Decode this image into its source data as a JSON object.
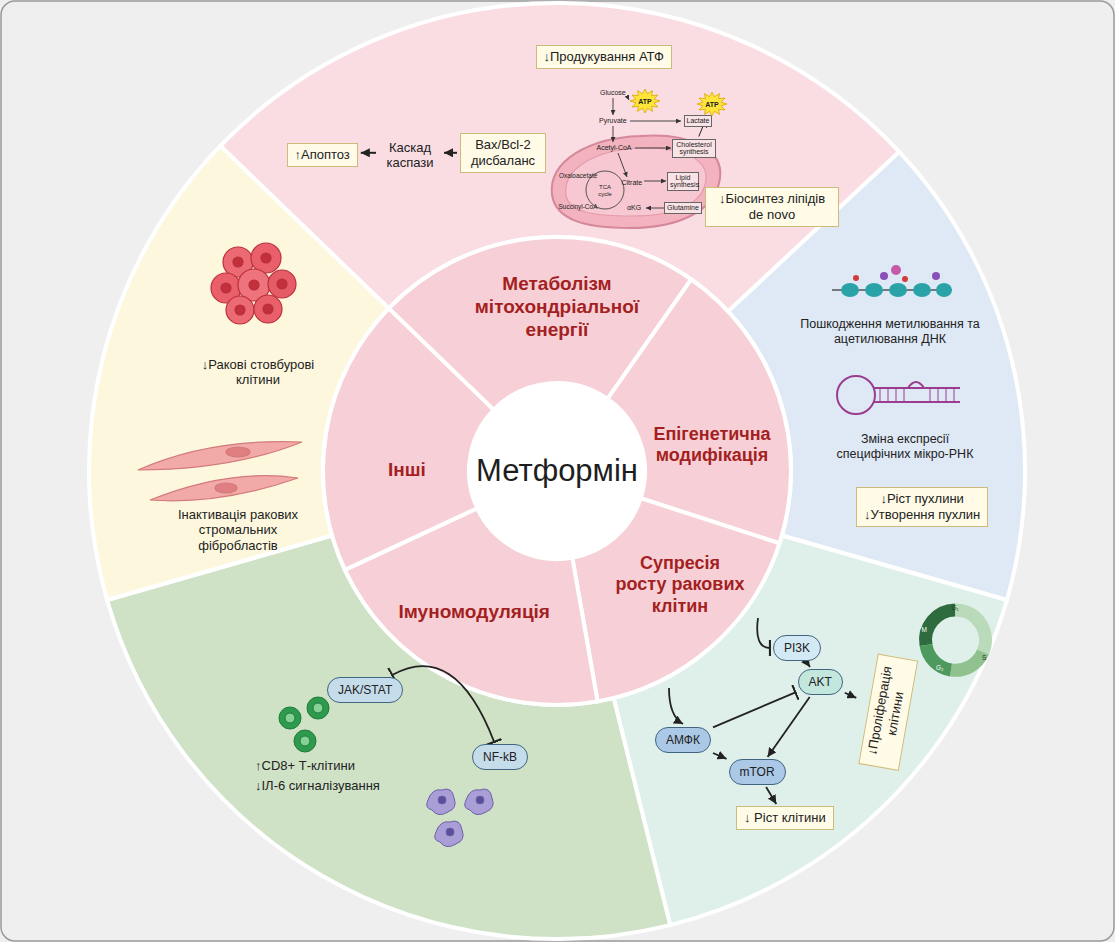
{
  "diagram": {
    "nodes": [
      {
        "text": [
          "Метформін"
        ]
      },
      {
        "text": [
          "Метаболізм мітохондріальної енергії"
        ]
      },
      {
        "text": [
          "Епігенетична модифікація"
        ]
      },
      {
        "text": [
          "Супресія росту ракових клітин"
        ]
      },
      {
        "text": [
          "Імуномодуляція"
        ]
      },
      {
        "text": [
          "Інші"
        ]
      },
      {
        "text": [
          "↓Продукування АТФ"
        ]
      },
      {
        "text": [
          "↑Апоптоз"
        ]
      },
      {
        "text": [
          "Bax/Bcl-2 дисбаланс"
        ]
      },
      {
        "text": [
          "ATP"
        ]
      },
      {
        "text": [
          "Lactate"
        ]
      },
      {
        "text": [
          "ATP"
        ]
      },
      {
        "text": [
          "Cholesterol synthesis"
        ]
      },
      {
        "text": [
          "Lipid synthesis"
        ]
      },
      {
        "text": [
          "Glutamine"
        ]
      },
      {
        "text": [
          "↓Біосинтез ліпідів de novo"
        ]
      },
      {
        "text": [
          "↓Ріст пухлини",
          "↓Утворення пухлин"
        ]
      },
      {
        "text": [
          "PI3K"
        ]
      },
      {
        "text": [
          "AKT"
        ]
      },
      {
        "text": [
          "АМФК"
        ]
      },
      {
        "text": [
          "mTOR"
        ]
      },
      {
        "text": [
          "↓Проліферація клітини"
        ]
      },
      {
        "text": [
          "↓ Ріст клітини"
        ]
      },
      {
        "text": [
          "JAK/STAT"
        ]
      },
      {
        "text": [
          "NF-kB"
        ]
      }
    ],
    "edges": [
      {
        "from": 12,
        "to": 11,
        "arrow": "to"
      },
      {
        "from": 17,
        "to": 18,
        "arrow": "to"
      },
      {
        "from": 19,
        "to": 18,
        "arrow": "to"
      },
      {
        "from": 18,
        "to": 20,
        "arrow": "to"
      },
      {
        "from": 19,
        "to": 20,
        "arrow": "to"
      },
      {
        "from": 18,
        "to": 21,
        "arrow": "to"
      },
      {
        "from": 20,
        "to": 22,
        "arrow": "to"
      },
      {
        "from": 23,
        "to": 24,
        "arrow": "both"
      }
    ],
    "labels": [
      "Каскад каспази",
      "Glucose",
      "Pyruvate",
      "Acetyl-CoA",
      "Oxaloacetate",
      "Citrate",
      "TCA cycle",
      "Succinyl-CoA",
      "αKG",
      "Пошкодження метилювання та ацетилювання ДНК",
      "Зміна експресії специфічних мікро-РНК",
      "↓Ракові стовбурові клітини",
      "Інактивація ракових стромальних фібробластів",
      "↑CD8+ Т-клітини",
      "↓ІЛ-6 сигналізування",
      "G₁",
      "S",
      "G₂",
      "M"
    ]
  }
}
